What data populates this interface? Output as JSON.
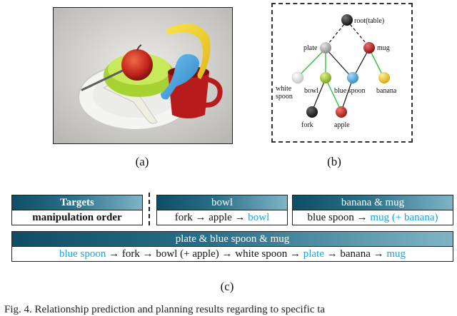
{
  "panels": {
    "a": "(a)",
    "b": "(b)",
    "c": "(c)"
  },
  "tree": {
    "nodes": {
      "root": "root(table)",
      "plate": "plate",
      "mug": "mug",
      "white_spoon_1": "white",
      "white_spoon_2": "spoon",
      "bowl": "bowl",
      "blue_spoon": "blue spoon",
      "banana": "banana",
      "fork": "fork",
      "apple": "apple"
    }
  },
  "targets": {
    "title": "Targets",
    "subtitle": "manipulation order"
  },
  "orders": [
    {
      "target": "bowl",
      "steps": [
        {
          "text": "fork",
          "hl": false
        },
        {
          "text": " → ",
          "hl": false
        },
        {
          "text": "apple",
          "hl": false
        },
        {
          "text": " → ",
          "hl": false
        },
        {
          "text": "bowl",
          "hl": true
        }
      ]
    },
    {
      "target": "banana & mug",
      "steps": [
        {
          "text": "blue spoon",
          "hl": false
        },
        {
          "text": " → ",
          "hl": false
        },
        {
          "text": "mug (+ banana)",
          "hl": true
        }
      ]
    },
    {
      "target": "plate & blue spoon & mug",
      "steps": [
        {
          "text": "blue spoon",
          "hl": true
        },
        {
          "text": " → fork → bowl (+ apple) → white spoon → ",
          "hl": false
        },
        {
          "text": "plate",
          "hl": true
        },
        {
          "text": " → banana → ",
          "hl": false
        },
        {
          "text": "mug",
          "hl": true
        }
      ]
    }
  ],
  "caption": "Fig. 4.   Relationship prediction and planning results regarding to specific ta",
  "colors": {
    "highlight": "#1aa3df",
    "header_dark": "#0f4d66",
    "edge_green": "#2fc23a"
  }
}
